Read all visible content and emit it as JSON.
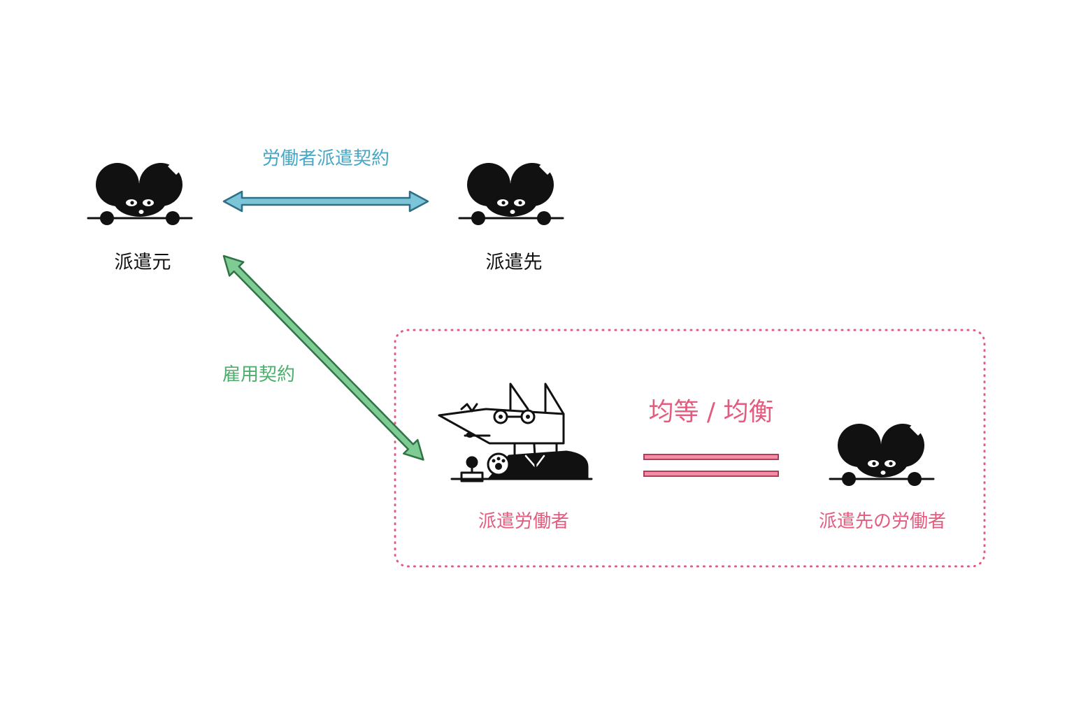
{
  "colors": {
    "blue": "#46a8c8",
    "blue_fill": "#7cc4d8",
    "green": "#4dae6d",
    "green_fill": "#7fcb94",
    "pink": "#e45b7e",
    "pink_fill": "#f28ea6",
    "ink": "#111111"
  },
  "nodes": {
    "haken_moto": {
      "label": "派遣元",
      "icon": "mouse-character-icon"
    },
    "haken_saki": {
      "label": "派遣先",
      "icon": "mouse-character-icon"
    },
    "haken_worker": {
      "label": "派遣労働者",
      "icon": "wolf-worker-icon"
    },
    "saki_worker": {
      "label": "派遣先の労働者",
      "icon": "mouse-character-icon"
    }
  },
  "edges": {
    "dispatch_contract": {
      "label": "労働者派遣契約",
      "from": "派遣元",
      "to": "派遣先",
      "style": "double-arrow"
    },
    "employment_contract": {
      "label": "雇用契約",
      "from": "派遣元",
      "to": "派遣労働者",
      "style": "double-arrow"
    }
  },
  "comparison": {
    "label": "均等 / 均衡",
    "symbol": "equals-sign"
  }
}
